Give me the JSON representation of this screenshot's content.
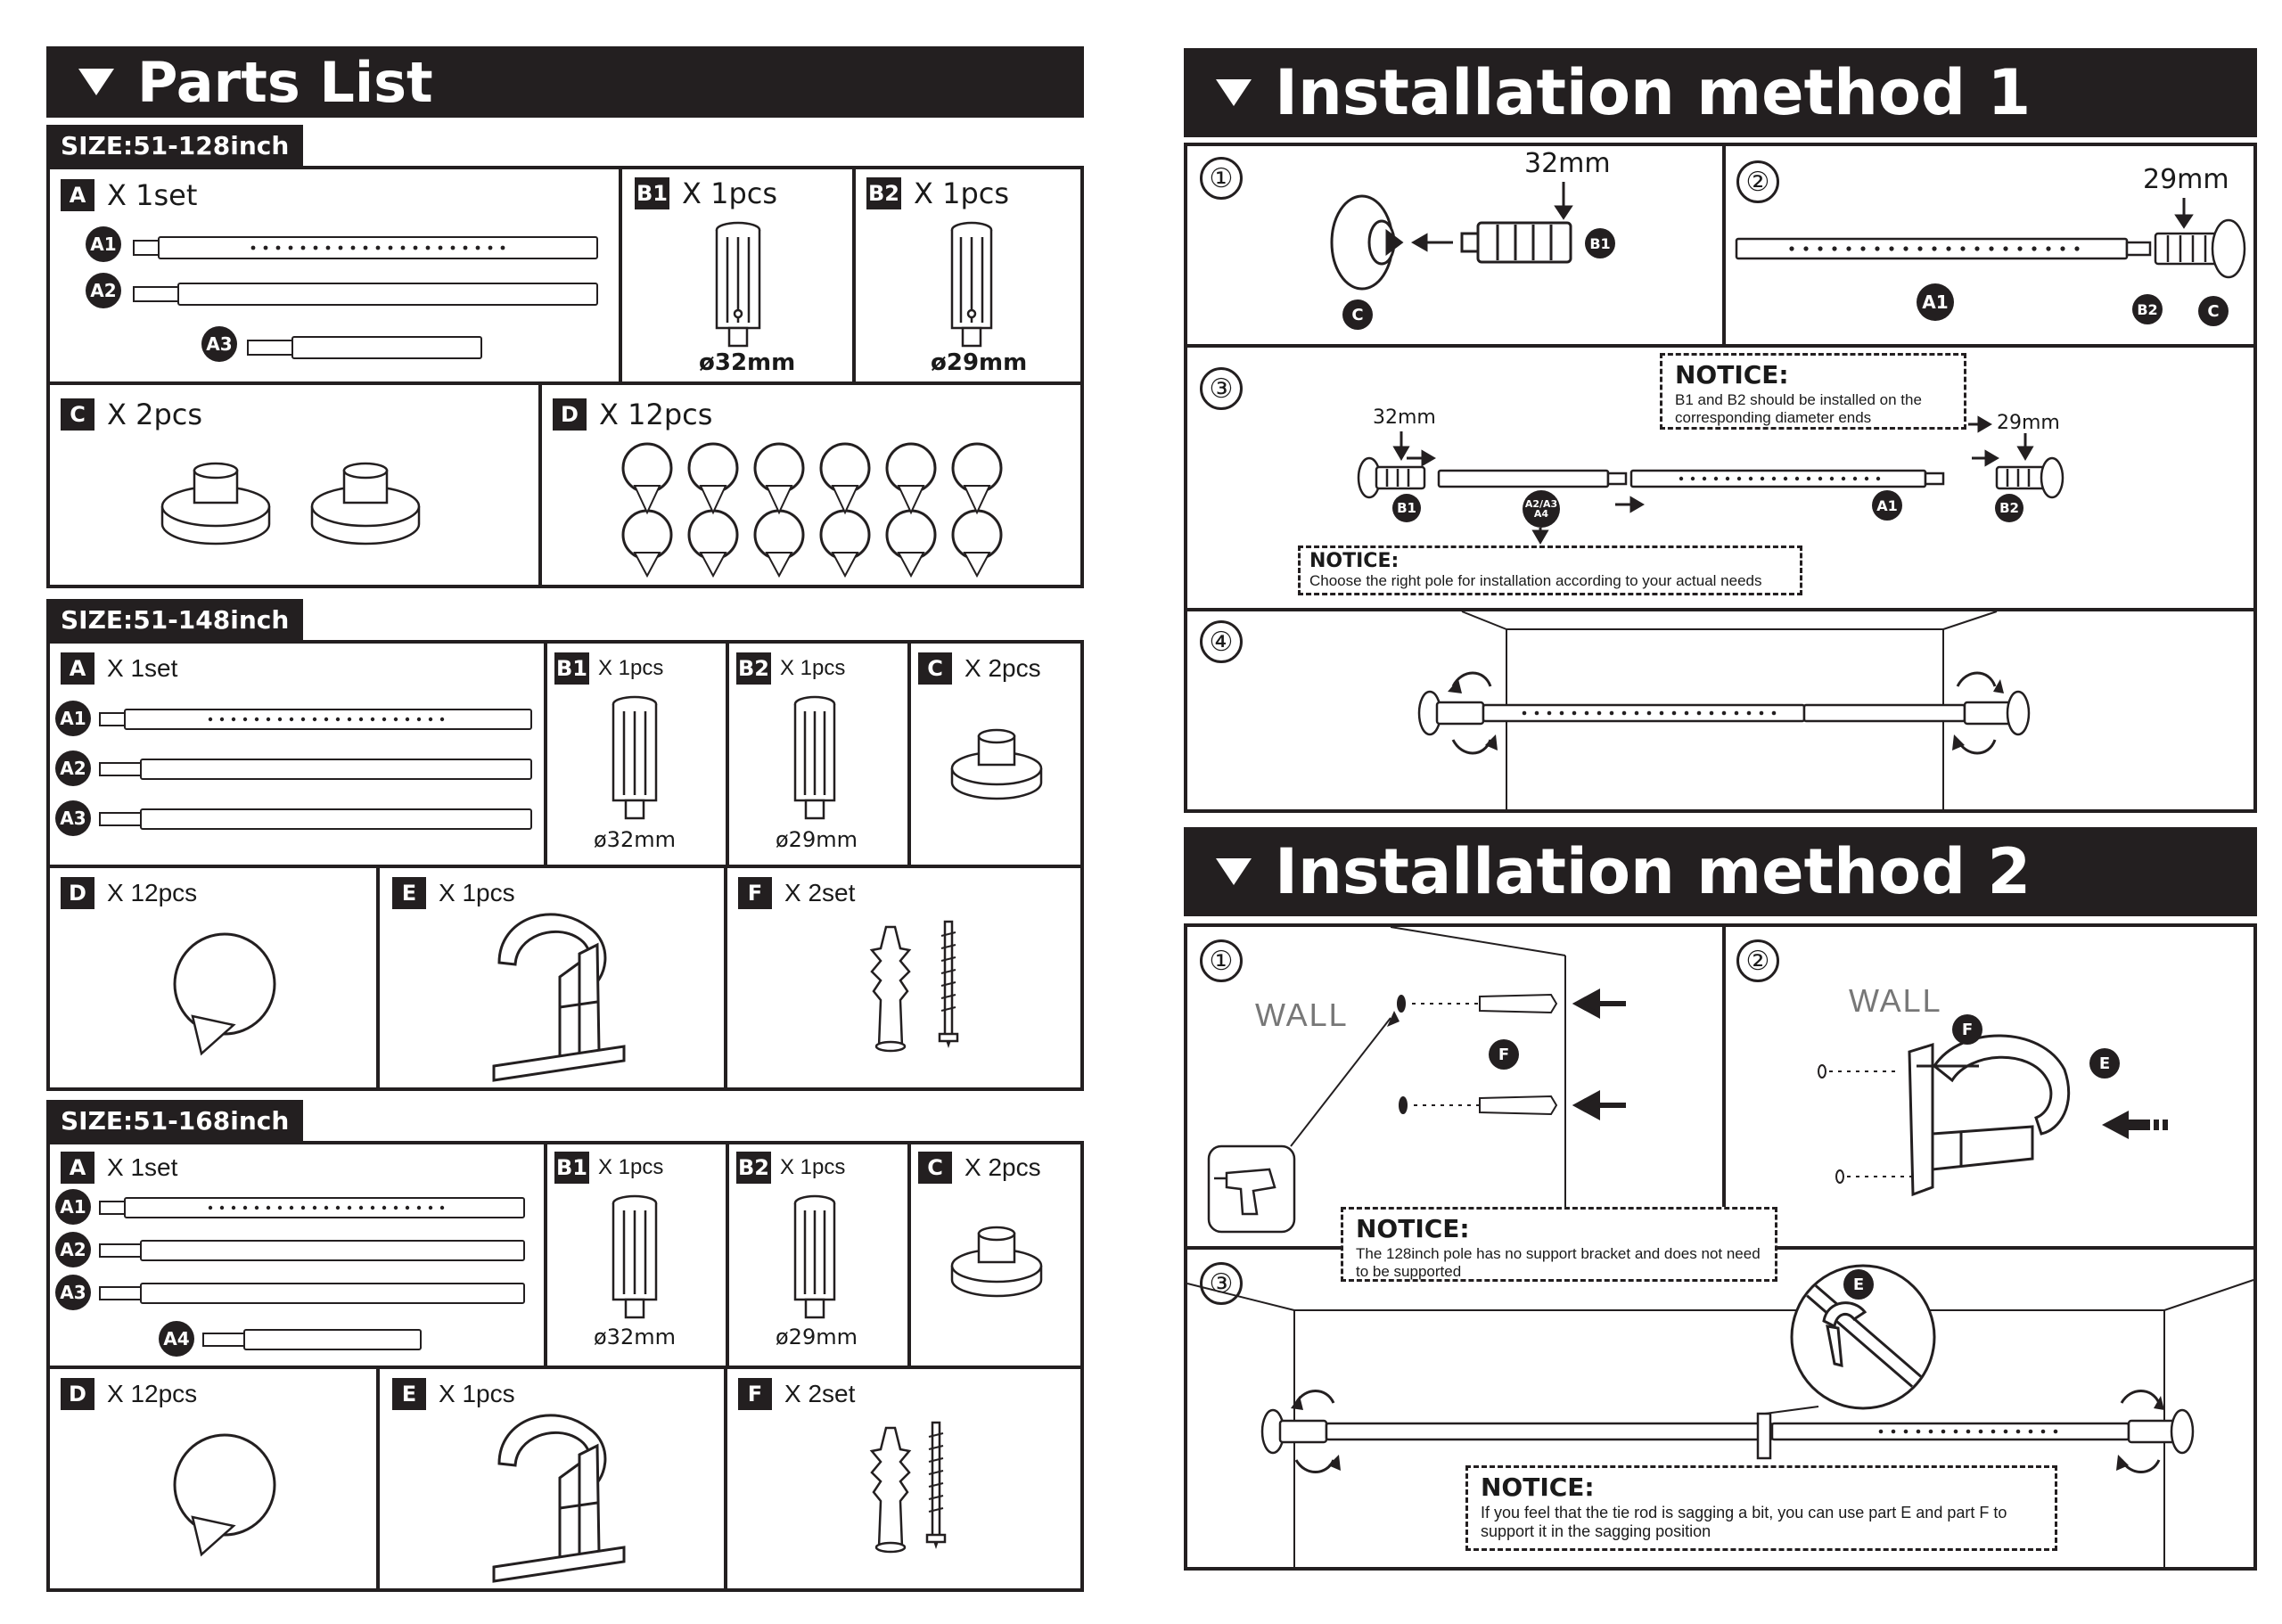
{
  "parts_list": {
    "title": "Parts List",
    "sections": [
      {
        "size": "SIZE:51-128inch",
        "A": {
          "letter": "A",
          "qty": "X 1set",
          "rods": [
            "A1",
            "A2",
            "A3"
          ]
        },
        "B1": {
          "letter": "B1",
          "qty": "X 1pcs",
          "diameter": "ø32mm"
        },
        "B2": {
          "letter": "B2",
          "qty": "X 1pcs",
          "diameter": "ø29mm"
        },
        "C": {
          "letter": "C",
          "qty": "X 2pcs"
        },
        "D": {
          "letter": "D",
          "qty": "X 12pcs"
        }
      },
      {
        "size": "SIZE:51-148inch",
        "A": {
          "letter": "A",
          "qty": "X 1set",
          "rods": [
            "A1",
            "A2",
            "A3"
          ]
        },
        "B1": {
          "letter": "B1",
          "qty": "X 1pcs",
          "diameter": "ø32mm"
        },
        "B2": {
          "letter": "B2",
          "qty": "X 1pcs",
          "diameter": "ø29mm"
        },
        "C": {
          "letter": "C",
          "qty": "X 2pcs"
        },
        "D": {
          "letter": "D",
          "qty": "X 12pcs"
        },
        "E": {
          "letter": "E",
          "qty": "X 1pcs"
        },
        "F": {
          "letter": "F",
          "qty": "X 2set"
        }
      },
      {
        "size": "SIZE:51-168inch",
        "A": {
          "letter": "A",
          "qty": "X 1set",
          "rods": [
            "A1",
            "A2",
            "A3",
            "A4"
          ]
        },
        "B1": {
          "letter": "B1",
          "qty": "X 1pcs",
          "diameter": "ø32mm"
        },
        "B2": {
          "letter": "B2",
          "qty": "X 1pcs",
          "diameter": "ø29mm"
        },
        "C": {
          "letter": "C",
          "qty": "X 2pcs"
        },
        "D": {
          "letter": "D",
          "qty": "X 12pcs"
        },
        "E": {
          "letter": "E",
          "qty": "X 1pcs"
        },
        "F": {
          "letter": "F",
          "qty": "X 2set"
        }
      }
    ]
  },
  "method1": {
    "title": "Installation method 1",
    "steps": [
      "①",
      "②",
      "③",
      "④"
    ],
    "step1": {
      "dim": "32mm",
      "b1": "B1",
      "c": "C"
    },
    "step2": {
      "dim": "29mm",
      "a1": "A1",
      "b2": "B2",
      "c": "C"
    },
    "step3": {
      "dim_left": "32mm",
      "dim_right": "29mm",
      "b1": "B1",
      "mid": "A2/A3 A4",
      "a1": "A1",
      "b2": "B2",
      "notice1_title": "NOTICE:",
      "notice1_body": "B1 and B2 should be installed on the corresponding diameter ends",
      "notice2_title": "NOTICE:",
      "notice2_body": "Choose the right pole for installation according to your actual needs"
    }
  },
  "method2": {
    "title": "Installation method 2",
    "steps": [
      "①",
      "②",
      "③"
    ],
    "step1": {
      "wall": "WALL",
      "f": "F"
    },
    "step2": {
      "wall": "WALL",
      "f": "F",
      "e": "E"
    },
    "notice_mid_title": "NOTICE:",
    "notice_mid_body": "The 128inch pole has no support bracket and does not need to be supported",
    "step3": {
      "e": "E",
      "notice_title": "NOTICE:",
      "notice_body": "If you feel that the tie rod is sagging a bit, you can use part E and part F to support it in the sagging position"
    }
  }
}
